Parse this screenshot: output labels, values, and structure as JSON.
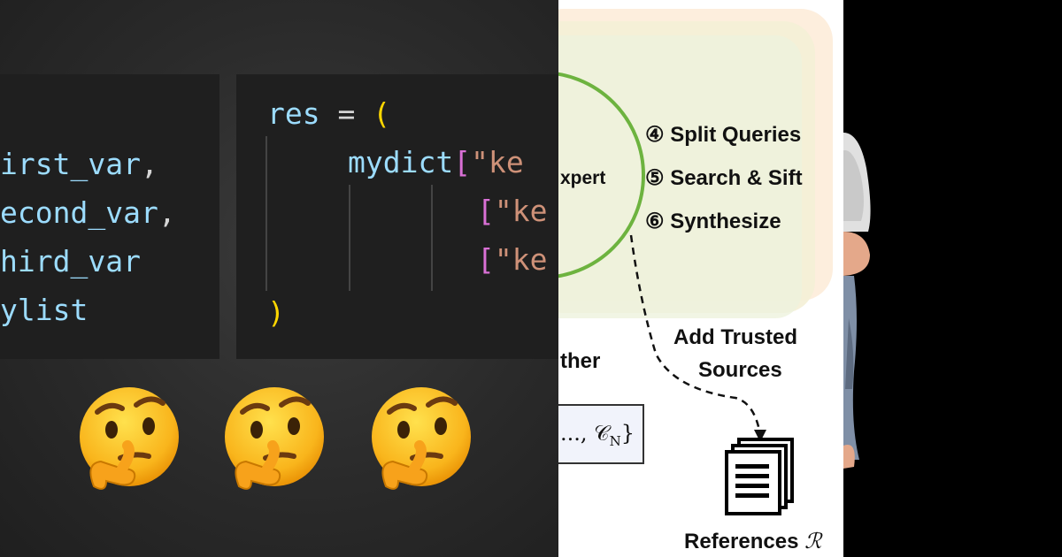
{
  "code_panel": {
    "left_lines": [
      {
        "name": "irst_var",
        "punc": ","
      },
      {
        "name": "econd_var",
        "punc": ","
      },
      {
        "name": "hird_var",
        "punc": ""
      },
      {
        "name": "ylist",
        "punc": ""
      }
    ],
    "right": {
      "line1_var": "res",
      "line1_op": " = ",
      "line1_paren": "(",
      "line2_var": "mydict",
      "bracket": "[",
      "str_fragment": "\"ke",
      "close_paren": ")"
    },
    "emoji_count": 3,
    "emoji_name": "thinking-face"
  },
  "diagram_panel": {
    "circle_label": "xpert",
    "steps": [
      {
        "marker": "④",
        "label": "Split Queries"
      },
      {
        "marker": "⑤",
        "label": "Search & Sift"
      },
      {
        "marker": "⑥",
        "label": "Synthesize"
      }
    ],
    "arrow_label_line1": "Add Trusted",
    "arrow_label_line2": "Sources",
    "left_fragment": "ther",
    "set_box_text": "..., 𝒞",
    "set_box_sub": "N",
    "set_box_close": "}",
    "references_label": "References",
    "references_symbol": "ℛ",
    "colors": {
      "green": "#6db33f",
      "panel_fill": "#f3f3d6",
      "orange_edge": "#fbe3cc"
    }
  },
  "figure_panel": {
    "subject": "grey-haired cartoon figure"
  }
}
